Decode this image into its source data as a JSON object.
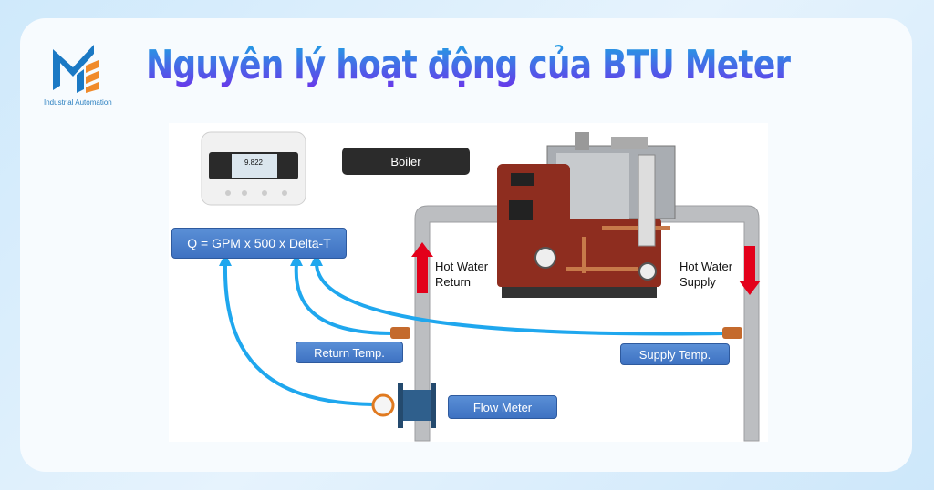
{
  "brand": {
    "logo_text": "Industrial Automation"
  },
  "title": "Nguyên lý hoạt động của BTU Meter",
  "meter_display": {
    "reading": "9.822"
  },
  "labels": {
    "boiler": "Boiler",
    "formula": "Q = GPM x 500 x Delta-T",
    "return_temp": "Return Temp.",
    "supply_temp": "Supply Temp.",
    "flow_meter": "Flow Meter",
    "hot_water_return": "Hot Water Return",
    "hot_water_supply": "Hot Water Supply"
  },
  "colors": {
    "pipe": "#b9bbbe",
    "signal": "#1fa7ee",
    "arrow": "#e3001b",
    "label_box": "#4a7ecb"
  }
}
